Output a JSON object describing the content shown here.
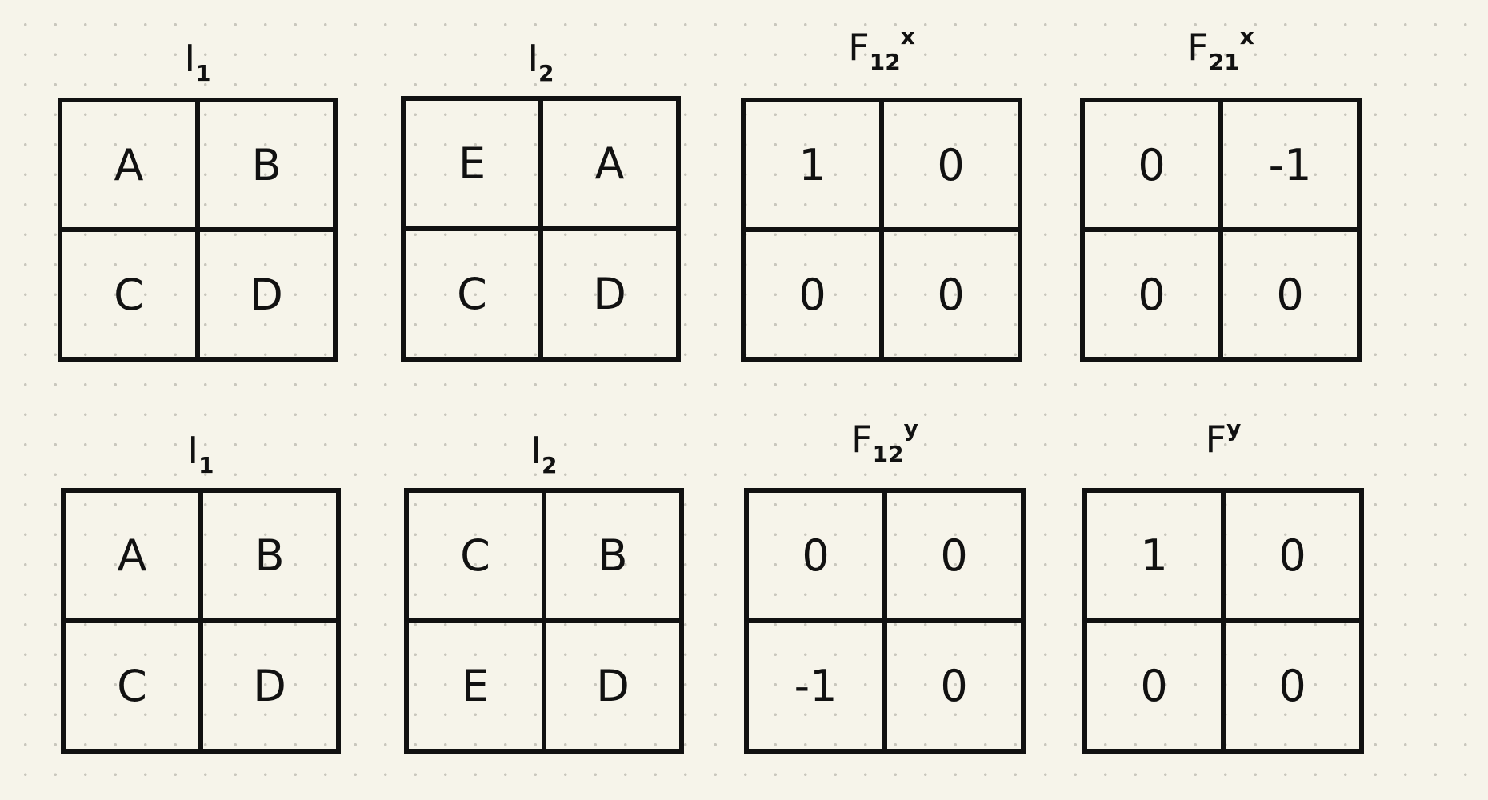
{
  "rows": [
    {
      "panels": [
        {
          "label": {
            "base": "I",
            "sub": "1",
            "sup": ""
          },
          "cells": [
            "A",
            "B",
            "C",
            "D"
          ]
        },
        {
          "label": {
            "base": "I",
            "sub": "2",
            "sup": ""
          },
          "cells": [
            "E",
            "A",
            "C",
            "D"
          ]
        },
        {
          "label": {
            "base": "F",
            "sub": "12",
            "sup": "x"
          },
          "cells": [
            "1",
            "0",
            "0",
            "0"
          ]
        },
        {
          "label": {
            "base": "F",
            "sub": "21",
            "sup": "x"
          },
          "cells": [
            "0",
            "-1",
            "0",
            "0"
          ]
        }
      ]
    },
    {
      "panels": [
        {
          "label": {
            "base": "I",
            "sub": "1",
            "sup": ""
          },
          "cells": [
            "A",
            "B",
            "C",
            "D"
          ]
        },
        {
          "label": {
            "base": "I",
            "sub": "2",
            "sup": ""
          },
          "cells": [
            "C",
            "B",
            "E",
            "D"
          ]
        },
        {
          "label": {
            "base": "F",
            "sub": "12",
            "sup": "y"
          },
          "cells": [
            "0",
            "0",
            "-1",
            "0"
          ]
        },
        {
          "label": {
            "base": "F",
            "sub": "",
            "sup": "y"
          },
          "cells": [
            "1",
            "0",
            "0",
            "0"
          ]
        }
      ]
    }
  ]
}
